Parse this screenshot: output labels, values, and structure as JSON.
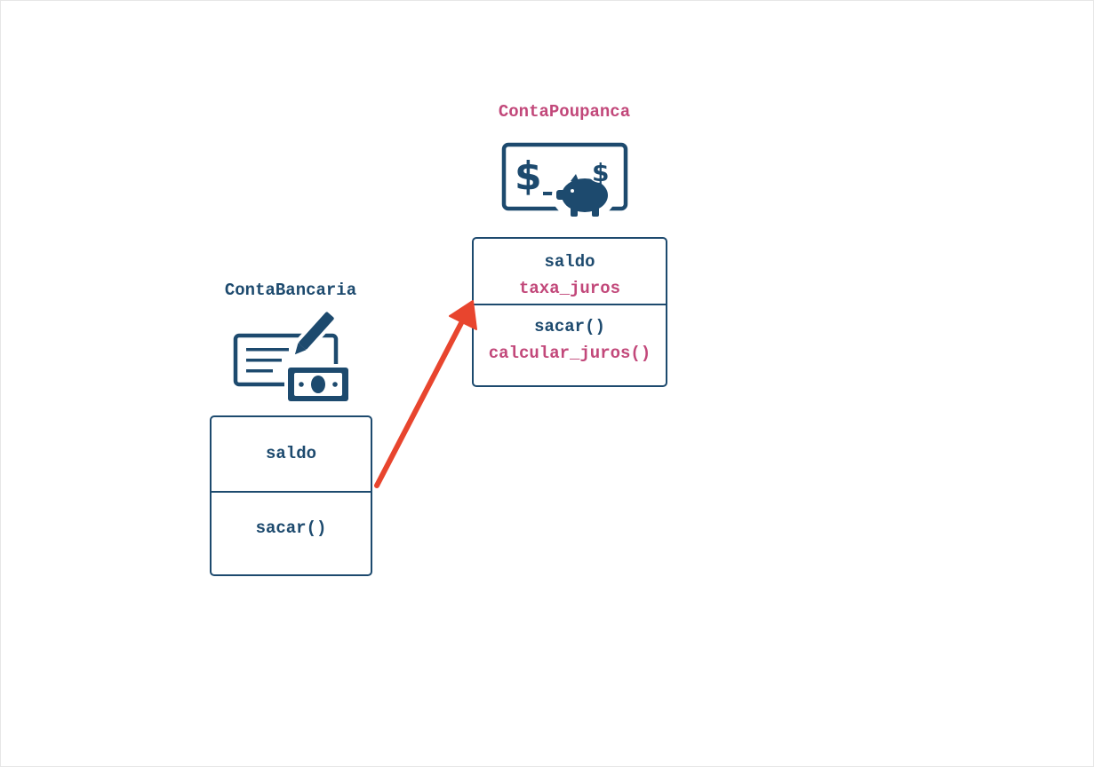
{
  "colors": {
    "base_class": "#1d4a6e",
    "derived_class": "#c2487a",
    "arrow": "#e8452e",
    "border": "#1d4a6e"
  },
  "base_class": {
    "name": "ContaBancaria",
    "icon": "check-and-cash-icon",
    "attributes": [
      "saldo"
    ],
    "methods": [
      "sacar()"
    ]
  },
  "derived_class": {
    "name": "ContaPoupanca",
    "icon": "piggy-bank-savings-icon",
    "attributes": [
      "saldo",
      "taxa_juros"
    ],
    "methods": [
      "sacar()",
      "calcular_juros()"
    ]
  },
  "relationship": {
    "type": "inheritance-arrow",
    "from": "ContaBancaria",
    "to": "ContaPoupanca"
  }
}
